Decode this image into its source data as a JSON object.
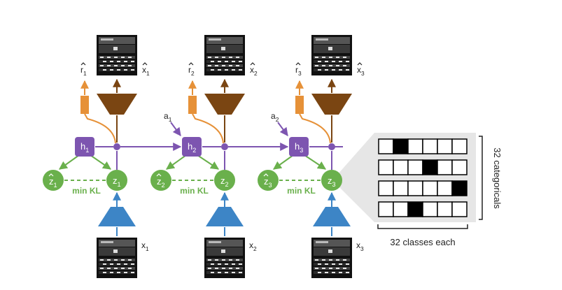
{
  "steps": [
    {
      "h": "h",
      "h_sub": "1",
      "z": "z",
      "z_sub": "1",
      "zhat": "z",
      "zhat_sub": "1",
      "x": "x",
      "x_sub": "1",
      "xhat": "x",
      "xhat_sub": "1",
      "rhat": "r",
      "rhat_sub": "1",
      "a": "",
      "a_sub": "",
      "kl": "min KL"
    },
    {
      "h": "h",
      "h_sub": "2",
      "z": "z",
      "z_sub": "2",
      "zhat": "z",
      "zhat_sub": "2",
      "x": "x",
      "x_sub": "2",
      "xhat": "x",
      "xhat_sub": "2",
      "rhat": "r",
      "rhat_sub": "2",
      "a": "a",
      "a_sub": "1",
      "kl": "min KL"
    },
    {
      "h": "h",
      "h_sub": "3",
      "z": "z",
      "z_sub": "3",
      "zhat": "z",
      "zhat_sub": "3",
      "x": "x",
      "x_sub": "3",
      "xhat": "x",
      "xhat_sub": "3",
      "rhat": "r",
      "rhat_sub": "3",
      "a": "a",
      "a_sub": "2",
      "kl": "min KL"
    }
  ],
  "latent": {
    "rows_label": "32 categoricals",
    "cols_label": "32 classes each",
    "grid_rows": 4,
    "grid_cols": 6,
    "active": [
      1,
      3,
      5,
      2
    ]
  },
  "colors": {
    "deter": "#7d55b0",
    "latent": "#6ab04c",
    "encoder": "#3d85c6",
    "decoder": "#7a4512",
    "reward": "#e69138",
    "zoom": "#e6e6e6"
  }
}
